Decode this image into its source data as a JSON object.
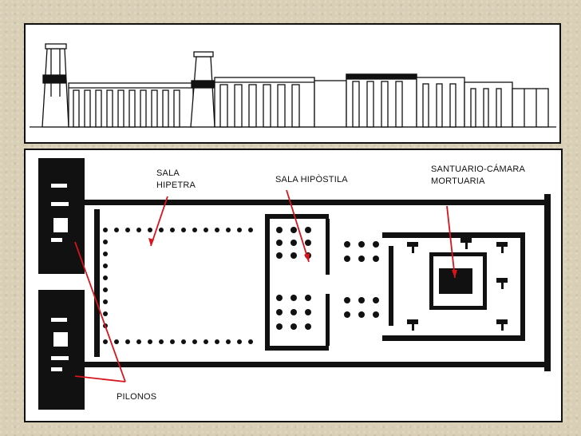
{
  "labels": {
    "sala_hipetra_line1": "SALA",
    "sala_hipetra_line2": "HIPETRA",
    "sala_hipostila": "SALA HIPÒSTILA",
    "santuario_line1": "SANTUARIO-CÁMARA",
    "santuario_line2": "MORTUARIA",
    "pilonos": "PILONOS"
  },
  "colors": {
    "background": "#d9cfb6",
    "panel": "#ffffff",
    "ink": "#111111",
    "arrow": "#d8141c"
  }
}
